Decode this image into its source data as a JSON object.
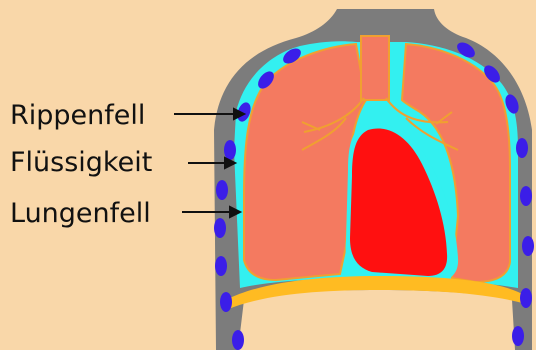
{
  "labels": {
    "rippenfell": "Rippenfell",
    "fluessigkeit": "Flüssigkeit",
    "lungenfell": "Lungenfell"
  },
  "colors": {
    "background": "#f9d7a9",
    "chest_wall": "#7c7c7c",
    "ribs": "#3b1ee8",
    "pleural_fluid": "#33f0f0",
    "lung": "#f47a60",
    "lung_outline": "#f0a030",
    "heart": "#ff1010",
    "diaphragm": "#ffbb22",
    "leader_lines": "#111111"
  },
  "icons": {
    "rib": "blue-oval-rib-icon"
  }
}
